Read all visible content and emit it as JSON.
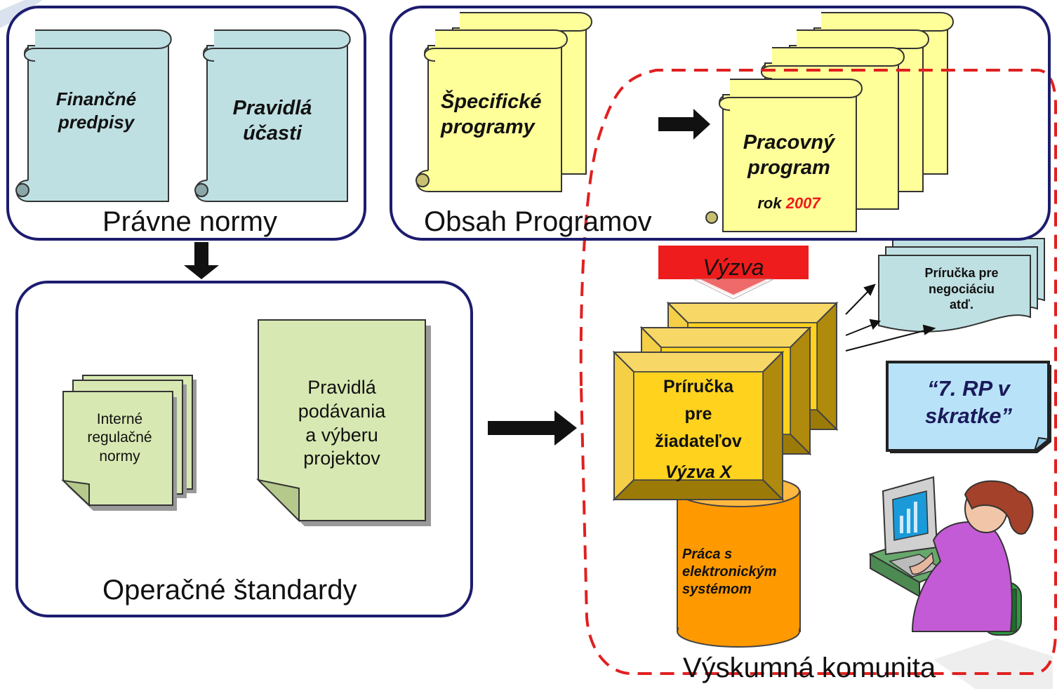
{
  "legal_norms": {
    "title": "Právne normy",
    "scroll_1": [
      "Finančné",
      "predpisy"
    ],
    "scroll_2": [
      "Pravidlá",
      "účasti"
    ]
  },
  "programme_content": {
    "title": "Obsah Programov",
    "specific_programmes": [
      "Špecifické",
      "programy"
    ],
    "work_programme": [
      "Pracovný",
      "program"
    ],
    "year_prefix": "rok",
    "year": "2007"
  },
  "operational_standards": {
    "title": "Operačné štandardy",
    "internal_norms": [
      "Interné",
      "regulačné",
      "normy"
    ],
    "submission_rules": [
      "Pravidlá",
      "podávania",
      "a výberu",
      "projektov"
    ]
  },
  "research_community": {
    "title": "Výskumná komunita",
    "call": "Výzva",
    "applicant_guide": [
      "Príručka",
      "pre",
      "žiadateľov"
    ],
    "applicant_guide_call": "Výzva X",
    "negotiation_guide": [
      "Príručka pre",
      "negociáciu",
      "atď."
    ],
    "electronic_system": [
      "Práca s",
      "elektronickým",
      "systémom"
    ],
    "fp7_summary": [
      "“7. RP v",
      "skratke”"
    ]
  },
  "colors": {
    "panel_border": "#1c1c6e",
    "dashed_region": "#e02020",
    "scroll_blue": "#bfe0e3",
    "scroll_yellow": "#ffff99",
    "doc_green": "#d8e8b2",
    "bevel_gold": "#f2c21b",
    "cylinder_orange": "#ff9900",
    "call_arrow_red": "#ee1c1c",
    "callout_blue": "#b8e2f8",
    "year_red": "#ee1c1c"
  }
}
